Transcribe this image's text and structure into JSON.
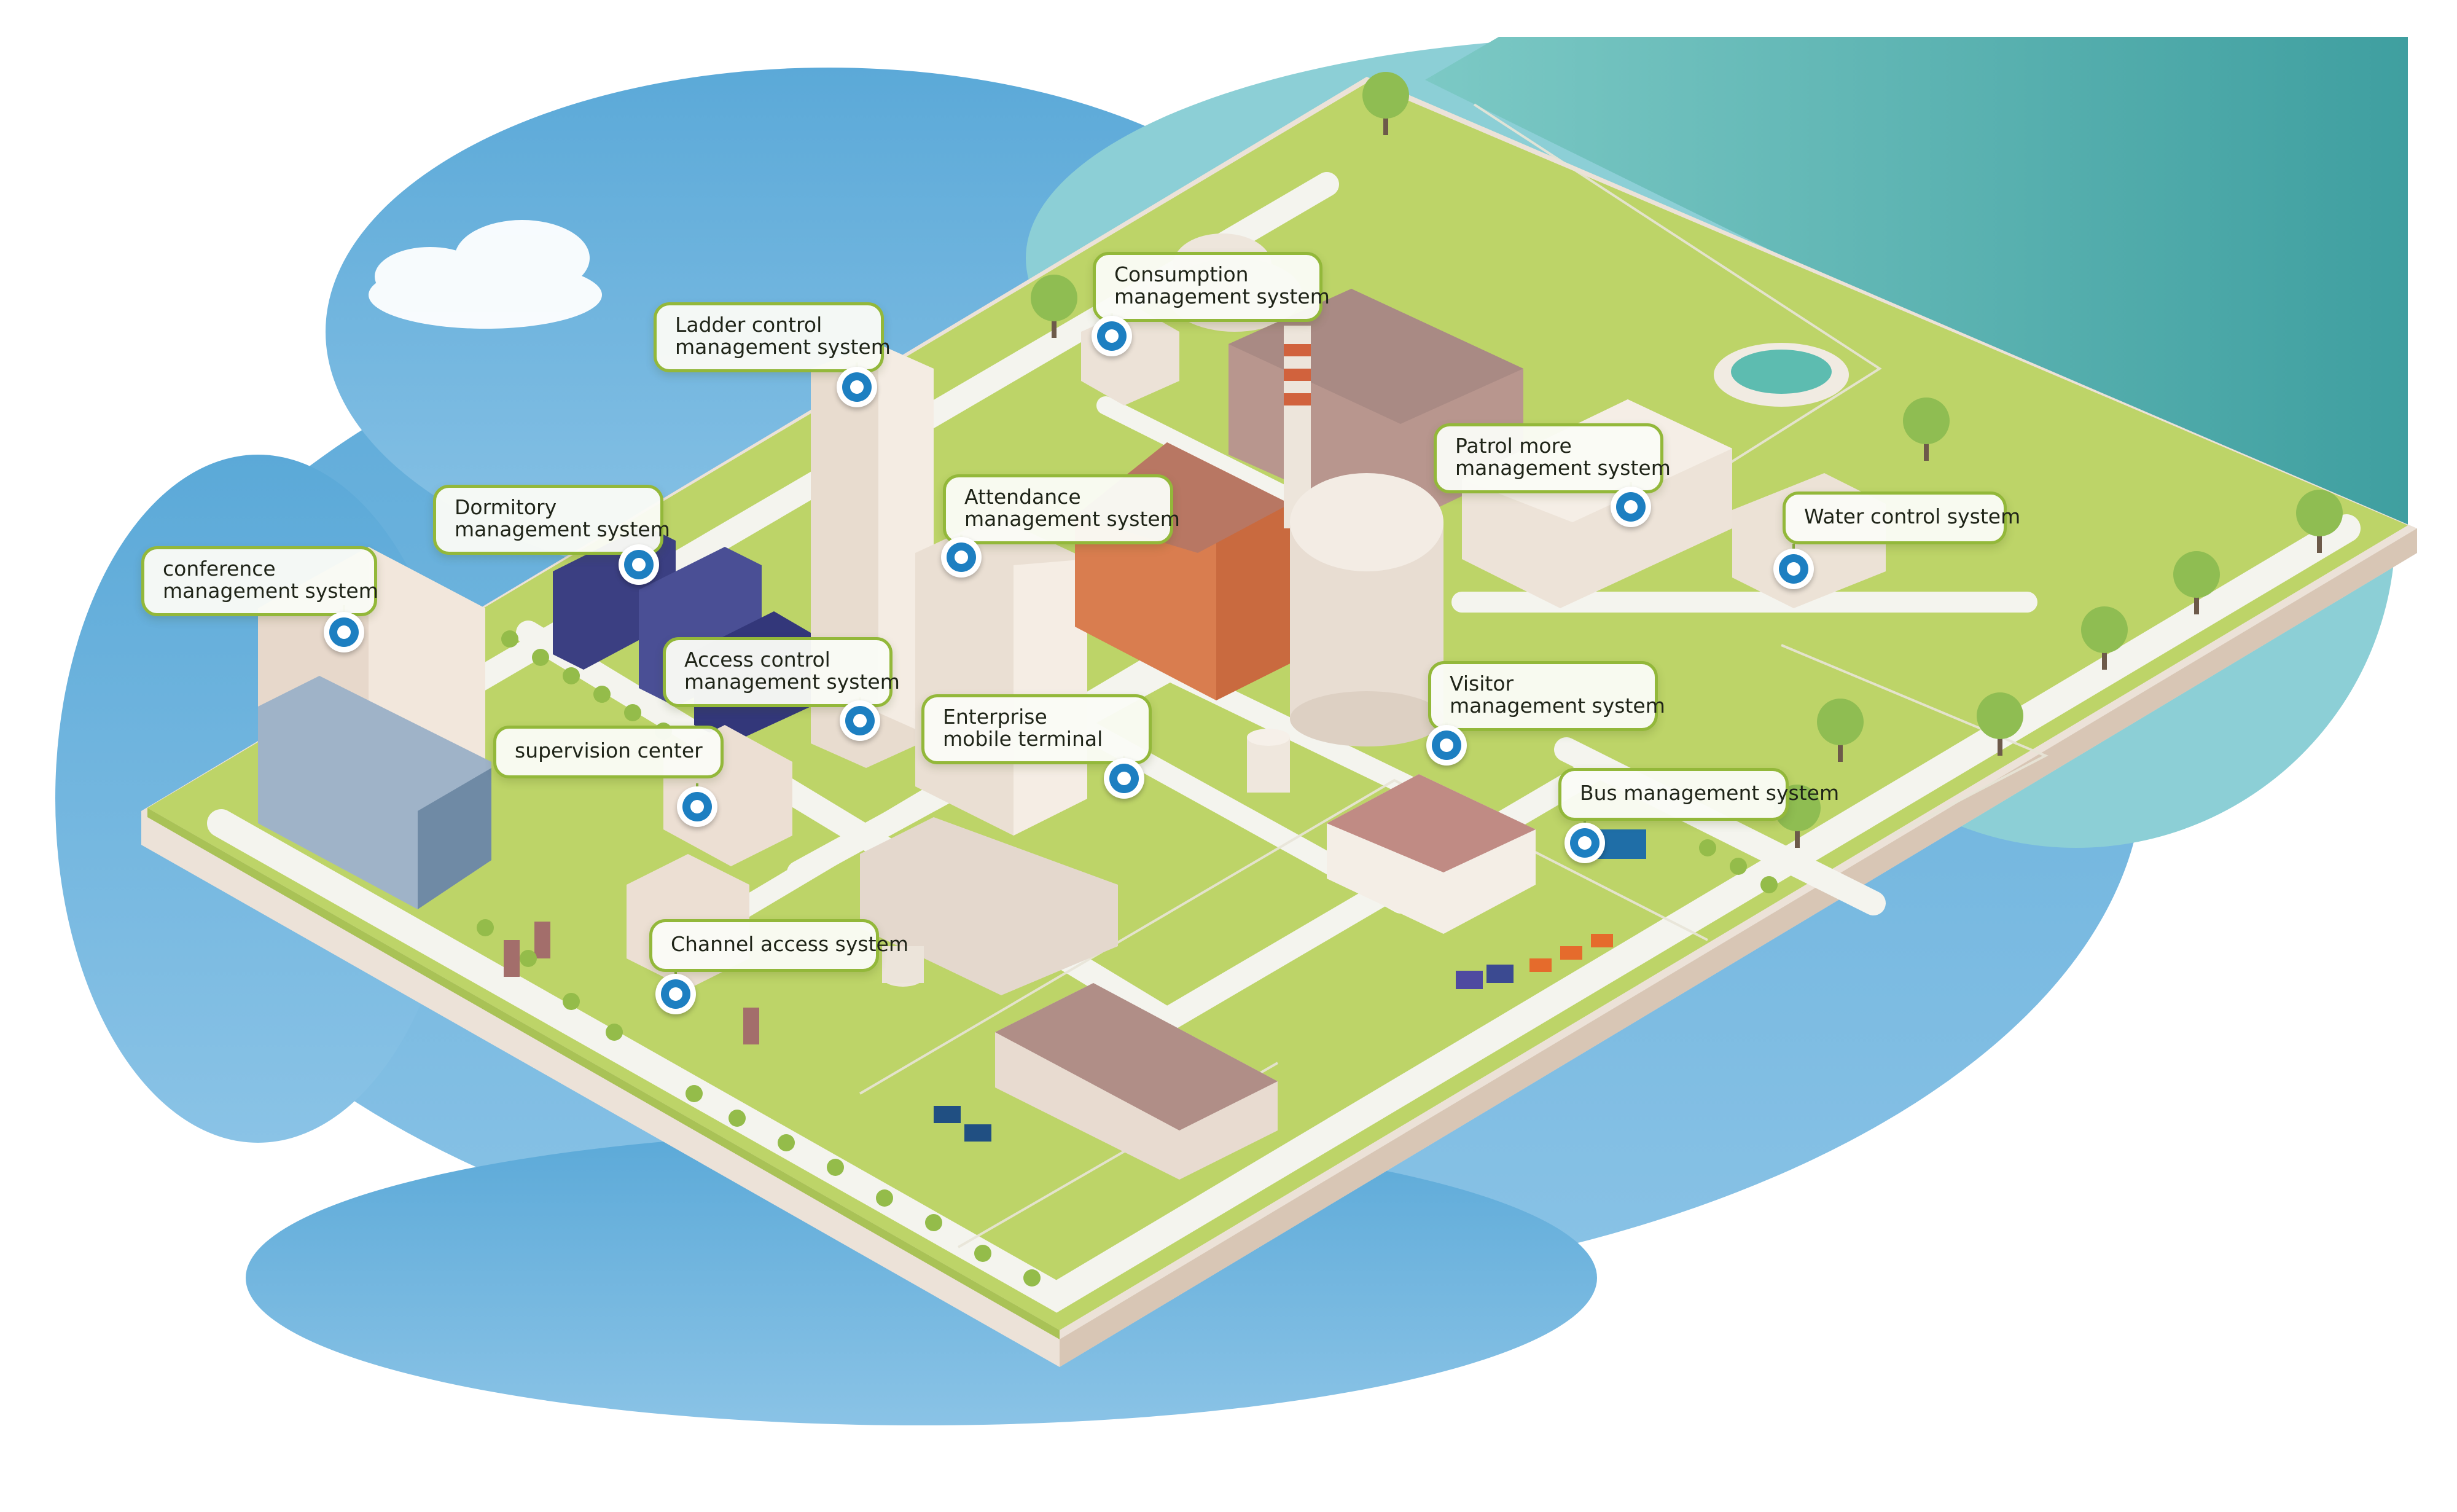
{
  "colors": {
    "sky": "#7fc4d9",
    "water": "#4aa8a6",
    "lawn": "#bdd468",
    "road": "#f3f3ee",
    "plinth": "#e9ded4",
    "building_cream": "#ebdfd3",
    "roof_mauve": "#a98a84",
    "furnace_orange": "#d97d4f",
    "dormitory_navy": "#3b3f82",
    "block_blue": "#8aa6bf",
    "pin_blue": "#1d7fc1",
    "callout_border": "#93b83a"
  },
  "labels": {
    "conference": [
      "conference",
      "management system"
    ],
    "dormitory": [
      "Dormitory",
      "management system"
    ],
    "ladder": [
      "Ladder control",
      "management system"
    ],
    "consumption": [
      "Consumption",
      "management system"
    ],
    "attendance": [
      "Attendance",
      "management system"
    ],
    "patrol": [
      "Patrol more",
      "management system"
    ],
    "water_control": [
      "Water control system"
    ],
    "access_control": [
      "Access control",
      "management system"
    ],
    "enterprise": [
      "Enterprise",
      "mobile terminal"
    ],
    "visitor": [
      "Visitor",
      "management system"
    ],
    "supervision": [
      "supervision center"
    ],
    "bus": [
      "Bus management system"
    ],
    "channel": [
      "Channel access system"
    ]
  }
}
